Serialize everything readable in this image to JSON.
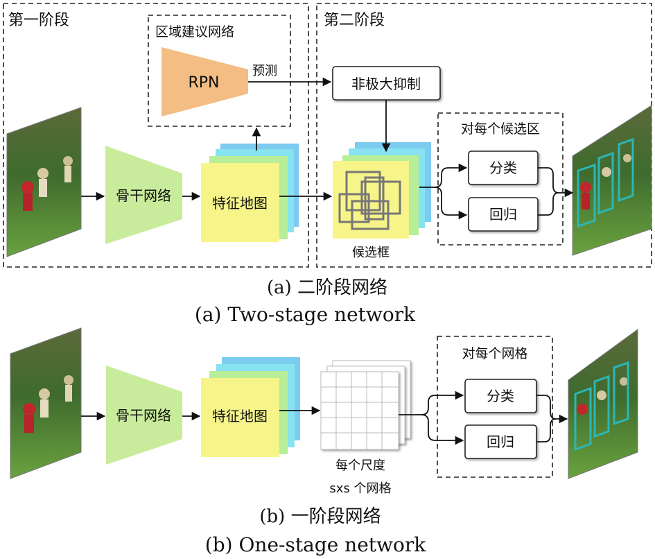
{
  "two_stage": {
    "stage_one": "第一阶段",
    "stage_two": "第二阶段",
    "rpn_group": "区域建议网络",
    "rpn": "RPN",
    "predict": "预测",
    "nms": "非极大抑制",
    "per_proposal": "对每个候选区",
    "classify": "分类",
    "regress": "回归",
    "backbone": "骨干网络",
    "feature_map": "特征地图",
    "proposals": "候选框",
    "caption_cn": "(a) 二阶段网络",
    "caption_en": "(a) Two-stage network"
  },
  "one_stage": {
    "per_grid": "对每个网格",
    "classify": "分类",
    "regress": "回归",
    "backbone": "骨干网络",
    "feature_map": "特征地图",
    "grid_label_1": "每个尺度",
    "grid_label_2": "sxs 个网格",
    "caption_cn": "(b) 一阶段网络",
    "caption_en": "(b) One-stage network"
  },
  "colors": {
    "backbone": "#c9ec9c",
    "feature_yellow": "#f7f58a",
    "feature_green": "#b8ee98",
    "feature_cyan": "#86e3ef",
    "feature_blue": "#7ccbf1",
    "rpn": "#f4bd84",
    "detection_box": "#2bb7b7"
  }
}
